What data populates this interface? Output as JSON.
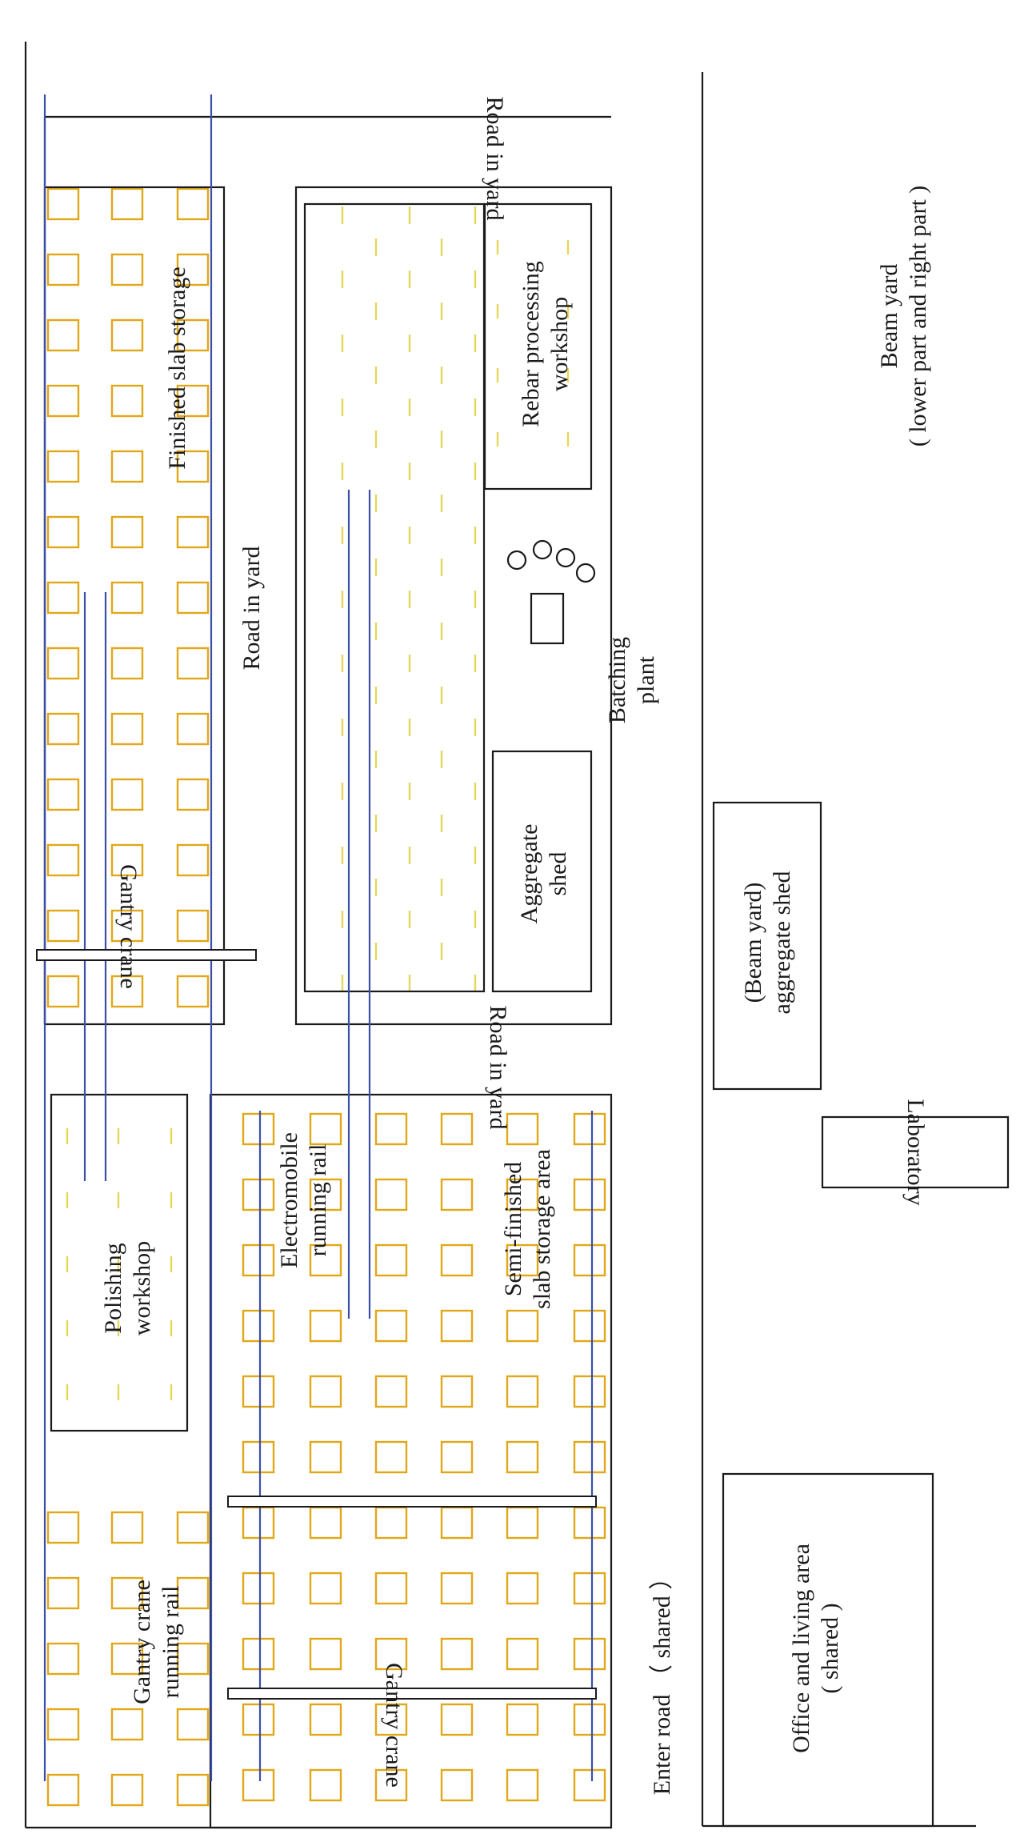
{
  "labels": {
    "road_in_yard_top": "Road in yard",
    "finished_slab_storage": "Finished slab storage",
    "rebar_workshop_l1": "Rebar processing",
    "rebar_workshop_l2": "workshop",
    "beam_yard_l1": "Beam yard",
    "beam_yard_l2": "( lower part and right part )",
    "road_in_yard_middle": "Road in yard",
    "batching_plant_l1": "Batching",
    "batching_plant_l2": "plant",
    "aggregate_shed_l1": "Aggregate",
    "aggregate_shed_l2": "shed",
    "gantry_crane_upper": "Gantry crane",
    "beam_aggregate_shed_l1": "(Beam yard)",
    "beam_aggregate_shed_l2": "aggregate shed",
    "road_in_yard_lower": "Road in yard",
    "laboratory": "Laboratory",
    "polishing_workshop_l1": "Polishing",
    "polishing_workshop_l2": "workshop",
    "electromobile_rail_l1": "Electromobile",
    "electromobile_rail_l2": "running rail",
    "semi_finished_storage_l1": "Semi-finished",
    "semi_finished_storage_l2": "slab storage area",
    "gantry_rail_l1": "Gantry crane",
    "gantry_rail_l2": "running rail",
    "gantry_crane_lower": "Gantry crane",
    "enter_road": "Enter road （ shared ）",
    "office_l1": "Office and living area",
    "office_l2": "( shared )"
  },
  "colors": {
    "outline": "#1a1a1a",
    "rail": "#3c4fa8",
    "slab_square": "#e0a818",
    "dash": "#e6d65a"
  }
}
